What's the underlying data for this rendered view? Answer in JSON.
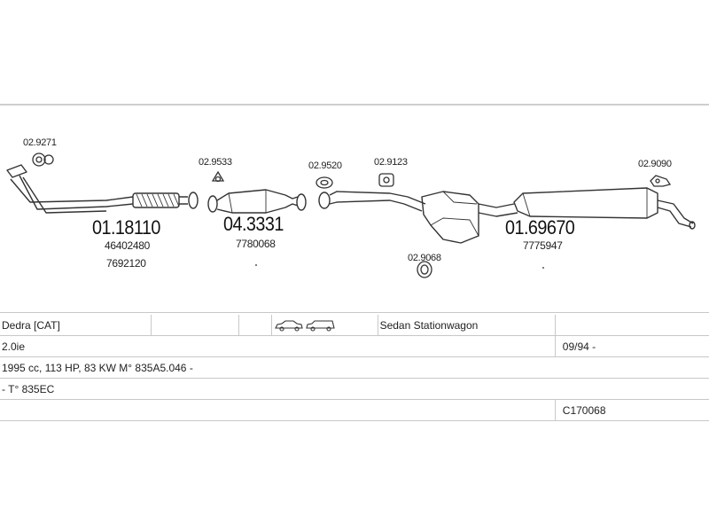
{
  "parts": {
    "p1": {
      "code": "02.9271"
    },
    "p2": {
      "code": "01.18110",
      "refs": [
        "46402480",
        "7692120"
      ]
    },
    "p3": {
      "code": "02.9533"
    },
    "p4": {
      "code": "04.3331",
      "refs": [
        "7780068"
      ]
    },
    "p5": {
      "code": "02.9520"
    },
    "p6": {
      "code": "02.9123"
    },
    "p7": {
      "code": "02.9068"
    },
    "p8": {
      "code": "01.69670",
      "refs": [
        "7775947"
      ]
    },
    "p9": {
      "code": "02.9090"
    }
  },
  "info": {
    "model": "Dedra  [CAT]",
    "body_types": "Sedan Stationwagon",
    "engine": "2.0ie",
    "date": "09/94 -",
    "specs": "1995 cc, 113 HP, 83 KW M° 835A5.046 -",
    "type": "- T° 835EC",
    "catalog_code": "C170068"
  },
  "icons": {
    "sedan": "sedan-car-icon",
    "wagon": "stationwagon-car-icon"
  }
}
